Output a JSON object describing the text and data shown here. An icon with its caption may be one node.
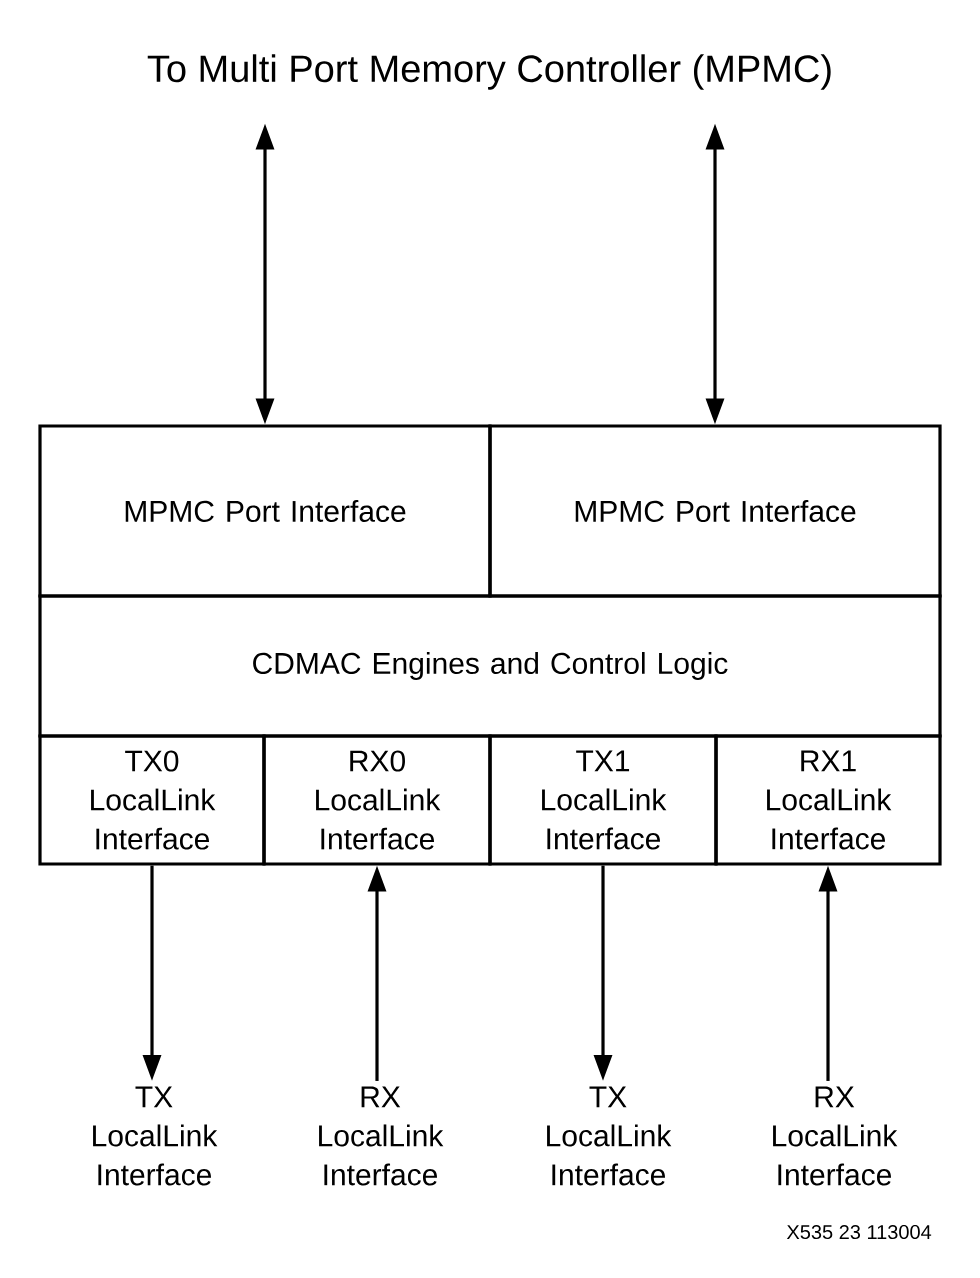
{
  "diagram": {
    "nodes": [
      {
        "text": [
          "To Multi Port Memory Controller (MPMC)"
        ]
      },
      {
        "text": [
          "MPMC Port Interface"
        ]
      },
      {
        "text": [
          "MPMC Port Interface"
        ]
      },
      {
        "text": [
          "CDMAC Engines and Control Logic"
        ]
      },
      {
        "text": [
          "TX0 LocalLink Interface"
        ]
      },
      {
        "text": [
          "RX0 LocalLink Interface"
        ]
      },
      {
        "text": [
          "TX1 LocalLink Interface"
        ]
      },
      {
        "text": [
          "RX1 LocalLink Interface"
        ]
      },
      {
        "text": [
          "TX LocalLink Interface"
        ]
      },
      {
        "text": [
          "RX LocalLink Interface"
        ]
      },
      {
        "text": [
          "TX LocalLink Interface"
        ]
      },
      {
        "text": [
          "RX LocalLink Interface"
        ]
      }
    ],
    "edges": [
      {
        "from": 0,
        "to": 1,
        "arrow": "both"
      },
      {
        "from": 0,
        "to": 2,
        "arrow": "both"
      },
      {
        "from": 4,
        "to": 8,
        "arrow": "to"
      },
      {
        "from": 9,
        "to": 5,
        "arrow": "to"
      },
      {
        "from": 6,
        "to": 10,
        "arrow": "to"
      },
      {
        "from": 11,
        "to": 7,
        "arrow": "to"
      }
    ],
    "labels": [
      "X535 23 113004"
    ]
  }
}
